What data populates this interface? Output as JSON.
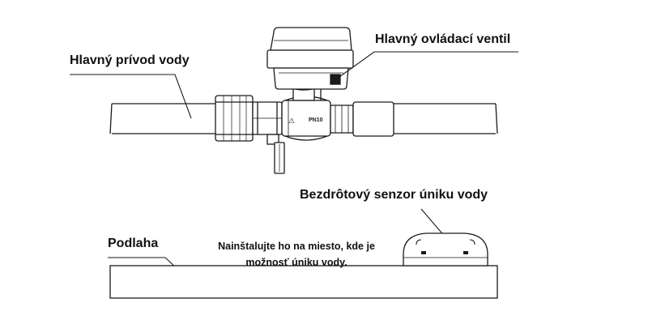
{
  "labels": {
    "main_supply": "Hlavný prívod vody",
    "main_valve": "Hlavný ovládací ventil",
    "sensor": "Bezdrôtový senzor úniku vody",
    "floor": "Podlaha"
  },
  "note": {
    "line1": "Nainštalujte ho na miesto, kde je",
    "line2": "možnosť úniku vody."
  },
  "valve_markings": {
    "brand_mark": "⚠",
    "size": "PN10"
  },
  "colors": {
    "line": "#1a1a1a",
    "background": "#ffffff"
  }
}
